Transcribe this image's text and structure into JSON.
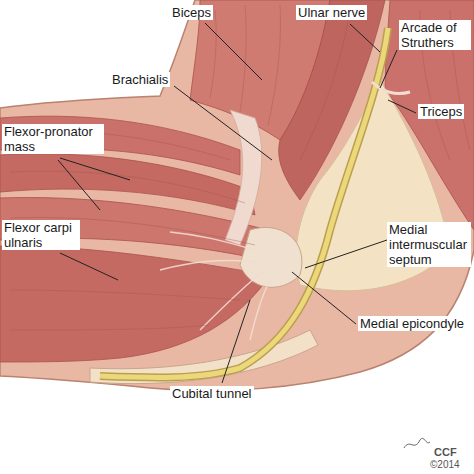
{
  "diagram": {
    "labels": [
      "Biceps",
      "Ulnar nerve",
      "Arcade of Struthers",
      "Brachialis",
      "Triceps",
      "Flexor-pronator mass",
      "Medial intermuscular septum",
      "Flexor carpi ulnaris",
      "Medial epicondyle",
      "Cubital tunnel",
      "CCF",
      "©2014"
    ]
  }
}
